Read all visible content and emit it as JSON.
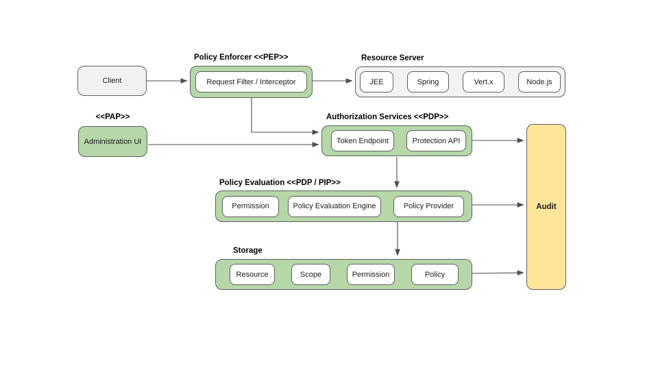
{
  "diagram": {
    "client": {
      "label": "Client"
    },
    "policy_enforcer": {
      "title": "Policy Enforcer <<PEP>>",
      "items": [
        "Request Filter / Interceptor"
      ]
    },
    "resource_server": {
      "title": "Resource Server",
      "items": [
        "JEE",
        "Spring",
        "Vert.x",
        "Node.js"
      ]
    },
    "pap": {
      "title": "<<PAP>>",
      "label": "Administration UI"
    },
    "authorization_services": {
      "title": "Authorization Services <<PDP>>",
      "items": [
        "Token Endpoint",
        "Protection API"
      ]
    },
    "policy_evaluation": {
      "title": "Policy Evaluation <<PDP / PIP>>",
      "items": [
        "Permission",
        "Policy Evaluation Engine",
        "Policy Provider"
      ]
    },
    "storage": {
      "title": "Storage",
      "items": [
        "Resource",
        "Scope",
        "Permission",
        "Policy"
      ]
    },
    "audit": {
      "label": "Audit"
    },
    "colors": {
      "green_fill": "#b6d7a8",
      "yellow_fill": "#ffe599",
      "gray_fill": "#f2f2f2",
      "border": "#5f5f5f",
      "arrow": "#4d4d4d"
    }
  }
}
